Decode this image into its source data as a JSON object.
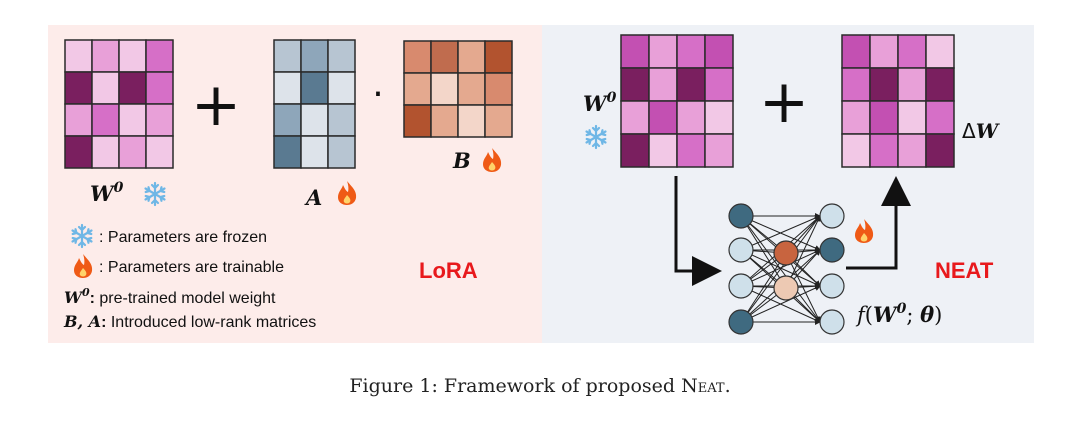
{
  "colors": {
    "lora_bg": "#fdecea",
    "neat_bg": "#eef1f6",
    "pink": [
      "#f2c8e6",
      "#e8a0d8",
      "#d66fc7",
      "#c350b2",
      "#7a1f5f"
    ],
    "blue": [
      "#dde3ea",
      "#b7c5d2",
      "#8ea6ba",
      "#5a7a91"
    ],
    "orange": [
      "#f3d6c9",
      "#e4a98f",
      "#d88a6e",
      "#c06c4e",
      "#b2532f"
    ],
    "accent_red": "#e8191c",
    "frozen": "#6fb7e6",
    "flame": "#ef5a16"
  },
  "lora": {
    "w0_label": "W",
    "w0_sup": "0",
    "plus": "+",
    "dot": "·",
    "a_label": "A",
    "b_label": "B",
    "title": "LoRA",
    "legend": {
      "frozen": ": Parameters are frozen",
      "trainable": ": Parameters are trainable",
      "w0_bold": "W",
      "w0_sup": "0",
      "w0_colon": ":",
      "w0_desc": " pre-trained model weight",
      "ba_bold": "B, A",
      "ba_colon": ":",
      "ba_desc": " Introduced low-rank matrices"
    },
    "w0_matrix": [
      [
        0,
        1,
        0,
        2
      ],
      [
        4,
        0,
        4,
        2
      ],
      [
        1,
        2,
        0,
        1
      ],
      [
        4,
        0,
        1,
        0
      ]
    ],
    "a_matrix": [
      [
        1,
        2,
        1
      ],
      [
        0,
        3,
        0
      ],
      [
        2,
        0,
        1
      ],
      [
        3,
        0,
        1
      ]
    ],
    "b_matrix": [
      [
        2,
        3,
        1,
        4
      ],
      [
        1,
        0,
        1,
        2
      ],
      [
        4,
        1,
        0,
        1
      ]
    ]
  },
  "neat": {
    "w0_label": "W",
    "w0_sup": "0",
    "plus": "+",
    "dw_delta": "Δ",
    "dw_label": "W",
    "title": "NEAT",
    "func_f": "f",
    "func_open": "(",
    "func_w": "W",
    "func_sup": "0",
    "func_sep": "; ",
    "func_theta": "θ",
    "func_close": ")",
    "w0_matrix": [
      [
        3,
        1,
        2,
        3
      ],
      [
        4,
        1,
        4,
        2
      ],
      [
        1,
        3,
        1,
        0
      ],
      [
        4,
        0,
        2,
        1
      ]
    ],
    "dw_matrix": [
      [
        3,
        1,
        2,
        0
      ],
      [
        2,
        4,
        1,
        4
      ],
      [
        1,
        3,
        0,
        2
      ],
      [
        0,
        2,
        1,
        4
      ]
    ]
  },
  "caption": {
    "prefix": "Figure 1: Framework of proposed ",
    "name": "Neat",
    "suffix": "."
  }
}
